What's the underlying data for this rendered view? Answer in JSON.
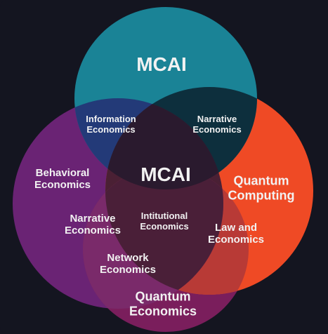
{
  "diagram": {
    "colors": {
      "background": "#141520",
      "teal": "#1a8396",
      "purple": "#6a2374",
      "orange": "#ef4a25",
      "magenta": "#7a1e5c",
      "center": "#2a1a2e"
    },
    "circles": {
      "top": "MCAI",
      "right": "Quantum\nComputing",
      "left": "Behavioral\nEconomics",
      "bottom": "Quantum\nEconomics"
    },
    "center_label": "MCAI",
    "overlaps": {
      "top_left": "Information\nEconomics",
      "top_right": "Narrative\nEconomics",
      "left_inner": "Narrative\nEconomics",
      "center_lower": "Intitutional\nEconomics",
      "right_inner": "Law and\nEconomics",
      "bottom_left": "Network\nEconomics"
    }
  }
}
